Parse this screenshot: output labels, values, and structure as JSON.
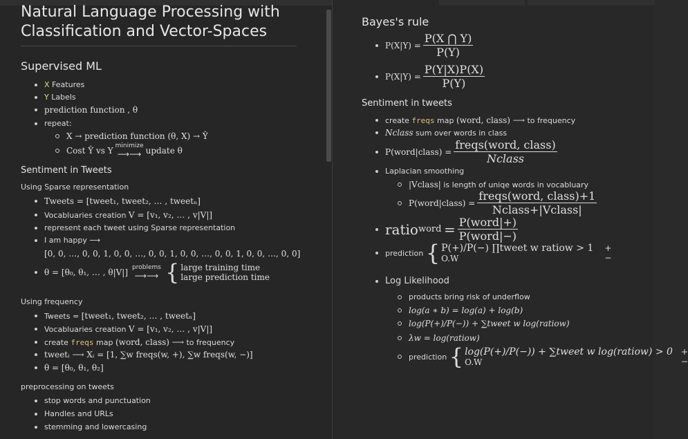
{
  "left": {
    "title": "Natural Language Processing with Classification and Vector-Spaces",
    "supervised": {
      "heading": "Supervised ML",
      "x_label": "X",
      "x_text": "Features",
      "y_label": "Y",
      "y_text": "Labels",
      "prediction": "prediction function , θ",
      "repeat": "repeat:",
      "repeat_1": "X → prediction function (θ, X) → Ŷ",
      "repeat_2_a": "Cost Ŷ vs Y",
      "repeat_2_over": "minimize",
      "repeat_2_b": "update θ"
    },
    "sentiment": {
      "heading": "Sentiment in Tweets",
      "sparse_label": "Using Sparse representation",
      "tweets": "Tweets = [tweet₁, tweet₂, … , tweetₙ]",
      "vocab_prefix": "Vocabluaries creation",
      "vocab_math": "V = [v₁, v₂, … , v|V|]",
      "represent": "represent each tweet using Sparse representation",
      "iamhappy": "I am happy ⟶",
      "vector": "[0, 0, …, 0, 0, 1, 0, 0, …, 0, 0, 1, 0, 0, …, 0, 0, 1, 0, 0, …, 0, 0]",
      "theta": "θ = [θ₀, θ₁, … , θ|V|]",
      "problems": "problems",
      "large_training": "large training time",
      "large_prediction": "large prediction time",
      "freq_label": "Using frequency",
      "f_tweets_prefix": "Tweets =",
      "f_tweets_math": "[tweet₁, tweet₂, … , tweetₙ]",
      "f_vocab_prefix": "Vocabluaries creation",
      "f_vocab_math": "V = [v₁, v₂, … , v|V|]",
      "f_create_prefix": "create",
      "f_create_code": "freqs",
      "f_create_mid": "map",
      "f_create_math": "(word, class) ⟶",
      "f_create_suffix": "to frequency",
      "f_tweet_math": "tweetᵢ ⟶ Xᵢ = [1, ∑w freqs(w, +), ∑w freqs(w, −)]",
      "f_theta": "θ = [θ₀, θ₁, θ₂]"
    },
    "preprocessing": {
      "heading": "preprocessing on tweets",
      "items": [
        "stop words and punctuation",
        "Handles and URLs",
        "stemming and lowercasing"
      ]
    }
  },
  "right": {
    "bayes_heading": "Bayes's rule",
    "bayes_1_lhs": "P(X|Y) =",
    "bayes_1_num": "P(X ⋂ Y)",
    "bayes_1_den": "P(Y)",
    "bayes_2_lhs": "P(X|Y) =",
    "bayes_2_num": "P(Y|X)P(X)",
    "bayes_2_den": "P(Y)",
    "sentiment_heading": "Sentiment in tweets",
    "create_prefix": "create",
    "create_code": "freqs",
    "create_mid": "map",
    "create_math": "(word, class) ⟶",
    "create_suffix": "to frequency",
    "nclass_math": "Nclass",
    "nclass_text": "sum over words in class",
    "pwc_lhs": "P(word|class) =",
    "pwc_num": "freqs(word, class)",
    "pwc_den": "Nclass",
    "laplace": "Laplacian smoothing",
    "vclass_math": "|Vclass|",
    "vclass_text": "is length of uniqe words in vocabluary",
    "lap_lhs": "P(word|class) =",
    "lap_num": "freqs(word, class)+1",
    "lap_den": "Nclass+|Vclass|",
    "ratio_lhs": "ratio",
    "ratio_sub": "word",
    "ratio_num": "P(word|+)",
    "ratio_den": "P(word|−)",
    "prediction_label": "prediction",
    "pred_case_1": "P(+)/P(−) ∏tweet w ratiow > 1",
    "pred_case_2": "O.W",
    "pred_sign_1": "+",
    "pred_sign_2": "−",
    "loglik": "Log Likelihood",
    "ll_1": "products bring risk of underflow",
    "ll_2": "log(a ∗ b) = log(a) + log(b)",
    "ll_3": "log(P(+)/P(−)) + ∑tweet w log(ratiow)",
    "ll_4": "λw = log(ratiow)",
    "ll_pred_label": "prediction",
    "ll_case_1": "log(P(+)/P(−)) + ∑tweet w log(ratiow) > 0",
    "ll_case_2": "O.W",
    "ll_sign_1": "+",
    "ll_sign_2": "−"
  }
}
